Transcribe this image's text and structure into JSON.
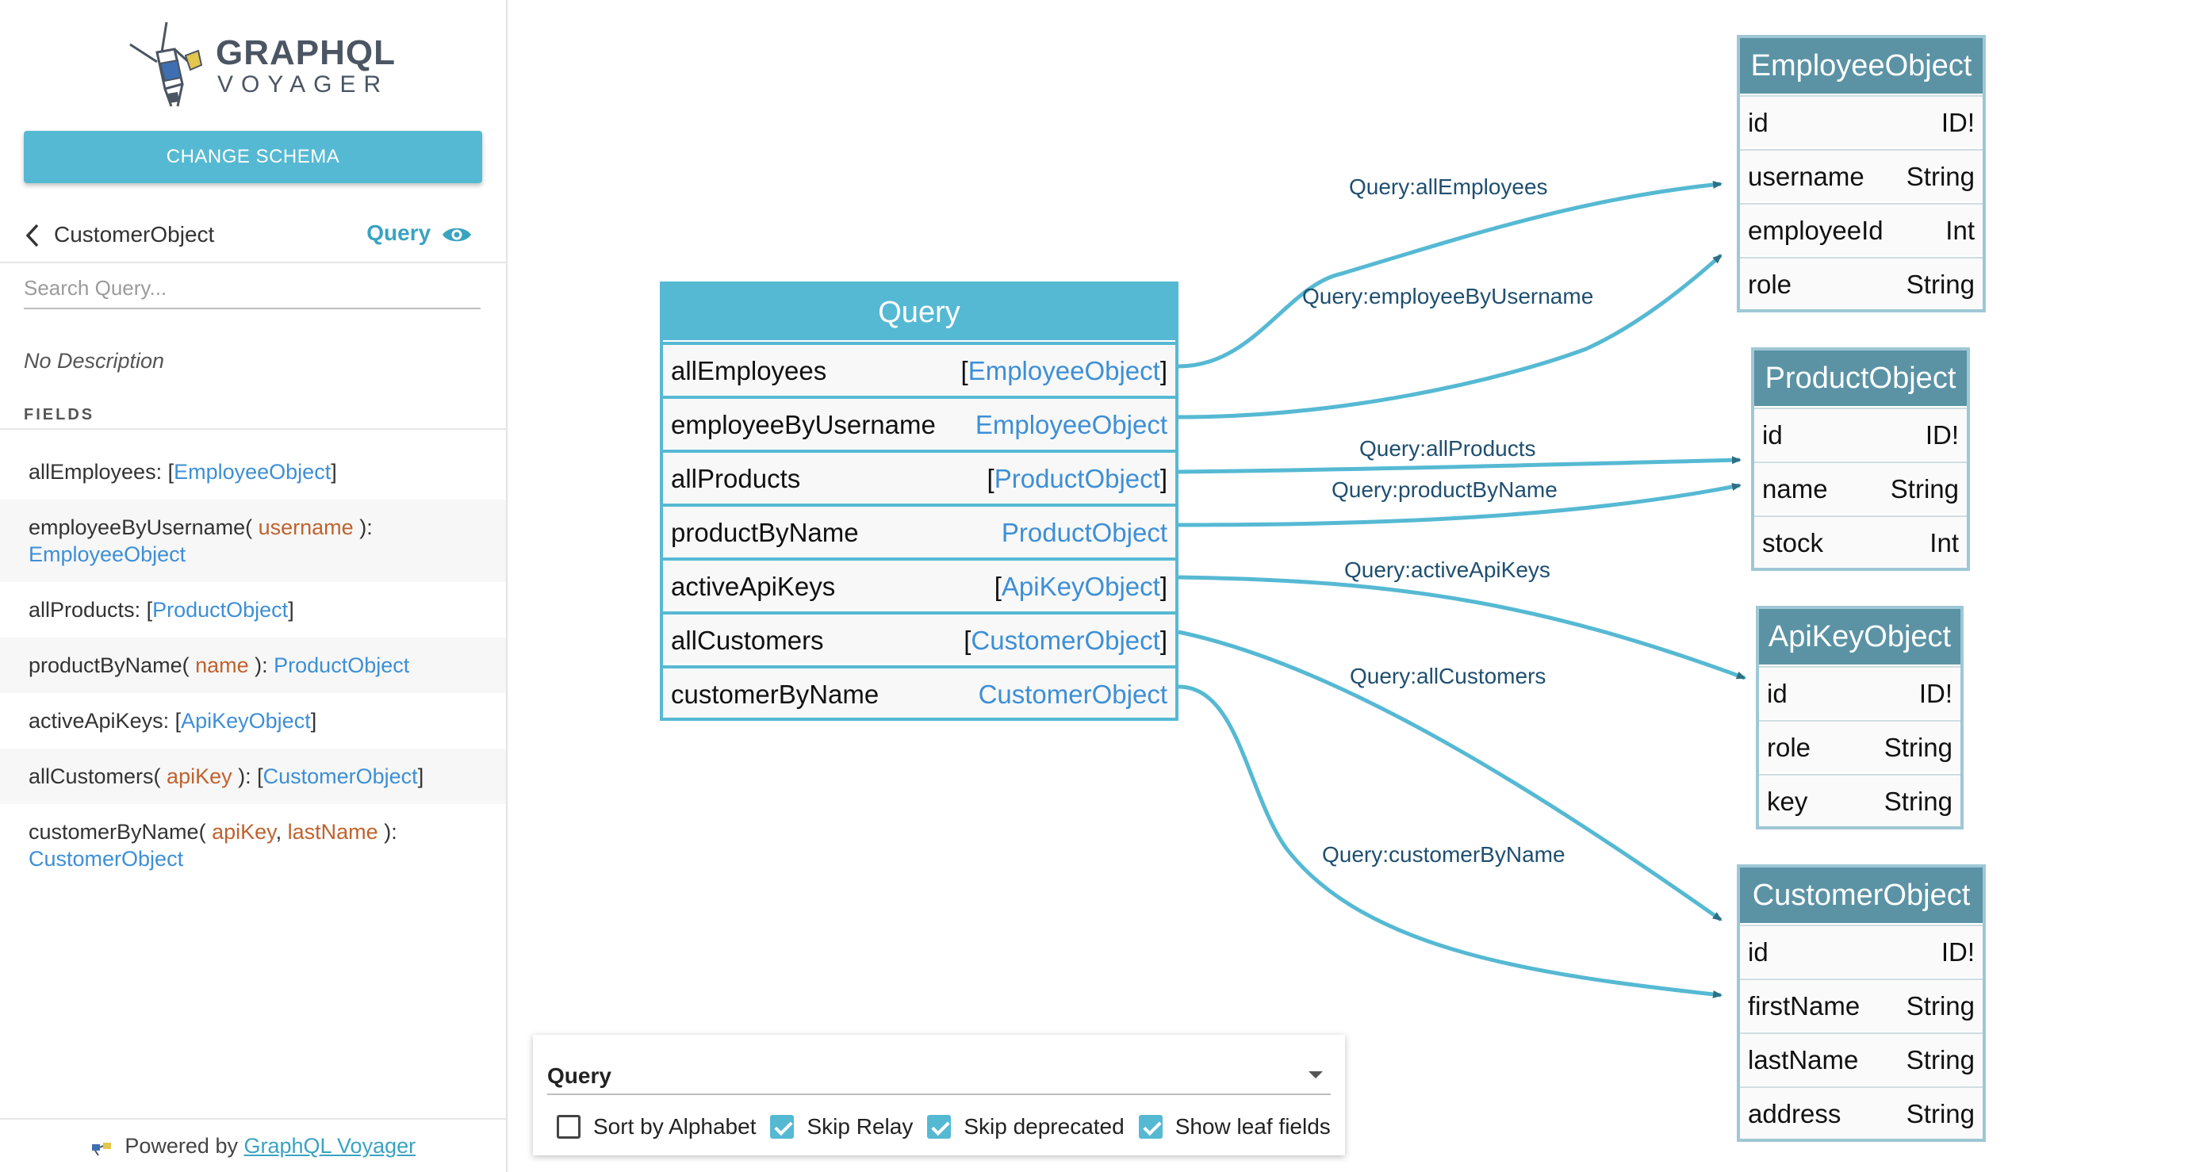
{
  "sidebar": {
    "logo_line1": "GRAPHQL",
    "logo_line2": "VOYAGER",
    "change_schema_label": "CHANGE SCHEMA",
    "back_label": "CustomerObject",
    "query_link_label": "Query",
    "search_placeholder": "Search Query...",
    "no_description": "No Description",
    "fields_title": "FIELDS",
    "fields": [
      {
        "name": "allEmployees",
        "type": "EmployeeObject"
      },
      {
        "name": "employeeByUsername",
        "arg1": "username",
        "type": "EmployeeObject"
      },
      {
        "name": "allProducts",
        "type": "ProductObject"
      },
      {
        "name": "productByName",
        "arg1": "name",
        "type": "ProductObject"
      },
      {
        "name": "activeApiKeys",
        "type": "ApiKeyObject"
      },
      {
        "name": "allCustomers",
        "arg1": "apiKey",
        "type": "CustomerObject"
      },
      {
        "name": "customerByName",
        "arg1": "apiKey",
        "arg2": "lastName",
        "type": "CustomerObject"
      }
    ],
    "powered_prefix": "Powered by",
    "powered_link": "GraphQL Voyager"
  },
  "graph": {
    "query_node": {
      "title": "Query",
      "fields": [
        {
          "name": "allEmployees",
          "type": "EmployeeObject"
        },
        {
          "name": "employeeByUsername",
          "type": "EmployeeObject"
        },
        {
          "name": "allProducts",
          "type": "ProductObject"
        },
        {
          "name": "productByName",
          "type": "ProductObject"
        },
        {
          "name": "activeApiKeys",
          "type": "ApiKeyObject"
        },
        {
          "name": "allCustomers",
          "type": "CustomerObject"
        },
        {
          "name": "customerByName",
          "type": "CustomerObject"
        }
      ]
    },
    "employee": {
      "title": "EmployeeObject",
      "fields": [
        {
          "name": "id",
          "type": "ID!"
        },
        {
          "name": "username",
          "type": "String"
        },
        {
          "name": "employeeId",
          "type": "Int"
        },
        {
          "name": "role",
          "type": "String"
        }
      ]
    },
    "product": {
      "title": "ProductObject",
      "fields": [
        {
          "name": "id",
          "type": "ID!"
        },
        {
          "name": "name",
          "type": "String"
        },
        {
          "name": "stock",
          "type": "Int"
        }
      ]
    },
    "apikey": {
      "title": "ApiKeyObject",
      "fields": [
        {
          "name": "id",
          "type": "ID!"
        },
        {
          "name": "role",
          "type": "String"
        },
        {
          "name": "key",
          "type": "String"
        }
      ]
    },
    "customer": {
      "title": "CustomerObject",
      "fields": [
        {
          "name": "id",
          "type": "ID!"
        },
        {
          "name": "firstName",
          "type": "String"
        },
        {
          "name": "lastName",
          "type": "String"
        },
        {
          "name": "address",
          "type": "String"
        }
      ]
    },
    "edge_labels": {
      "allEmployees": "Query:allEmployees",
      "employeeByUsername": "Query:employeeByUsername",
      "allProducts": "Query:allProducts",
      "productByName": "Query:productByName",
      "activeApiKeys": "Query:activeApiKeys",
      "allCustomers": "Query:allCustomers",
      "customerByName": "Query:customerByName"
    },
    "edge_color": "#56b9d3",
    "arrow_color": "#2f6f82"
  },
  "settings": {
    "root_label": "Query",
    "options": [
      {
        "label": "Sort by Alphabet",
        "checked": false
      },
      {
        "label": "Skip Relay",
        "checked": true
      },
      {
        "label": "Skip deprecated",
        "checked": true
      },
      {
        "label": "Show leaf fields",
        "checked": true
      }
    ]
  }
}
